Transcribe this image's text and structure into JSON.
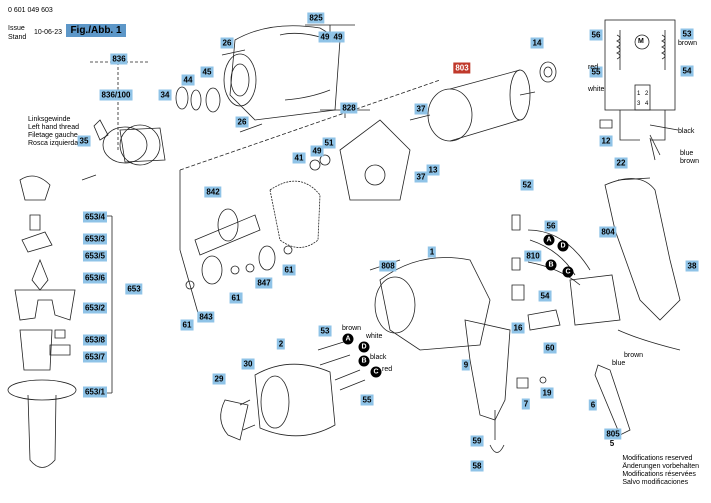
{
  "header": {
    "part_no": "0 601 049 603",
    "issue_label": "Issue",
    "stand_label": "Stand",
    "issue_date": "10-06-23",
    "figure_label": "Fig./Abb. 1"
  },
  "thread_note": [
    "Linksgewinde",
    "Left hand thread",
    "Filetage gauche",
    "Rosca izquierda"
  ],
  "footer_note": [
    "Modifications reserved",
    "Änderungen vorbehalten",
    "Modifications réservées",
    "Salvo modificaciones"
  ],
  "wire_labels": {
    "brown": "brown",
    "red": "red",
    "white": "white",
    "black": "black",
    "blue": "blue"
  },
  "callouts": {
    "c836": "836",
    "c836_100": "836/100",
    "c35": "35",
    "c34": "34",
    "c44": "44",
    "c45": "45",
    "c26a": "26",
    "c26b": "26",
    "c825": "825",
    "c49a": "49",
    "c49b": "49",
    "c803": "803",
    "c14": "14",
    "c37a": "37",
    "c37b": "37",
    "c13": "13",
    "c828": "828",
    "c49c": "49",
    "c51": "51",
    "c41": "41",
    "c842": "842",
    "c61a": "61",
    "c61b": "61",
    "c61c": "61",
    "c847": "847",
    "c843": "843",
    "c653_4": "653/4",
    "c653_3": "653/3",
    "c653_5": "653/5",
    "c653_6": "653/6",
    "c653": "653",
    "c653_2": "653/2",
    "c653_8": "653/8",
    "c653_7": "653/7",
    "c653_1": "653/1",
    "c808": "808",
    "c1": "1",
    "c53a": "53",
    "c55a": "55",
    "c2": "2",
    "c30": "30",
    "c29": "29",
    "c9": "9",
    "c7": "7",
    "c19": "19",
    "c59": "59",
    "c58": "58",
    "c52": "52",
    "c56a": "56",
    "c810": "810",
    "c54a": "54",
    "c16": "16",
    "c60": "60",
    "c804": "804",
    "c22": "22",
    "c38": "38",
    "c6": "6",
    "c805": "805",
    "c5": "5",
    "c56b": "56",
    "c53b": "53",
    "c55b": "55",
    "c54b": "54",
    "c12": "12"
  },
  "wire_circles": {
    "a": "A",
    "b": "B",
    "c": "C",
    "d": "D"
  },
  "schematic": {
    "motor_symbol": "M",
    "switch_pins": [
      "1",
      "2",
      "3",
      "4"
    ]
  },
  "colors": {
    "callout": "#8fc3e7",
    "highlight": "#c0392b",
    "title": "#5d97c8"
  }
}
